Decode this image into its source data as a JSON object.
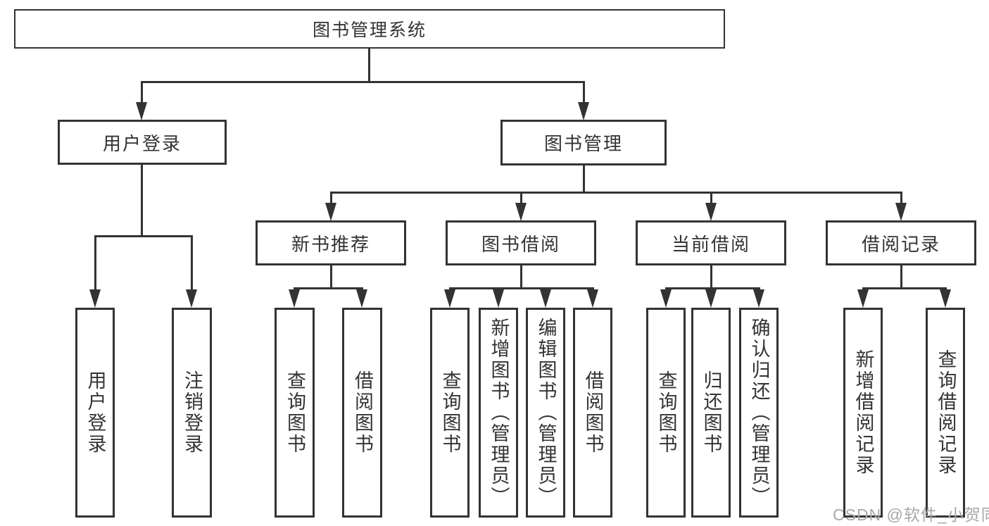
{
  "colors": {
    "line": "#333333",
    "box_border": "#333333",
    "text": "#333333",
    "background": "#ffffff",
    "watermark": "#a8a8a8"
  },
  "tree": {
    "root": {
      "label": "图书管理系统"
    },
    "branches": [
      {
        "label": "用户登录",
        "children": [
          {
            "label": "用户登录"
          },
          {
            "label": "注销登录"
          }
        ]
      },
      {
        "label": "图书管理",
        "children": [
          {
            "label": "新书推荐",
            "children": [
              {
                "label": "查询图书"
              },
              {
                "label": "借阅图书"
              }
            ]
          },
          {
            "label": "图书借阅",
            "children": [
              {
                "label": "查询图书"
              },
              {
                "label": "新增图书（管理员）"
              },
              {
                "label": "编辑图书（管理员）"
              },
              {
                "label": "借阅图书"
              }
            ]
          },
          {
            "label": "当前借阅",
            "children": [
              {
                "label": "查询图书"
              },
              {
                "label": "归还图书"
              },
              {
                "label": "确认归还（管理员）"
              }
            ]
          },
          {
            "label": "借阅记录",
            "children": [
              {
                "label": "新增借阅记录"
              },
              {
                "label": "查询借阅记录"
              }
            ]
          }
        ]
      }
    ]
  },
  "watermark": {
    "text": "CSDN @软件_小贺同学"
  }
}
